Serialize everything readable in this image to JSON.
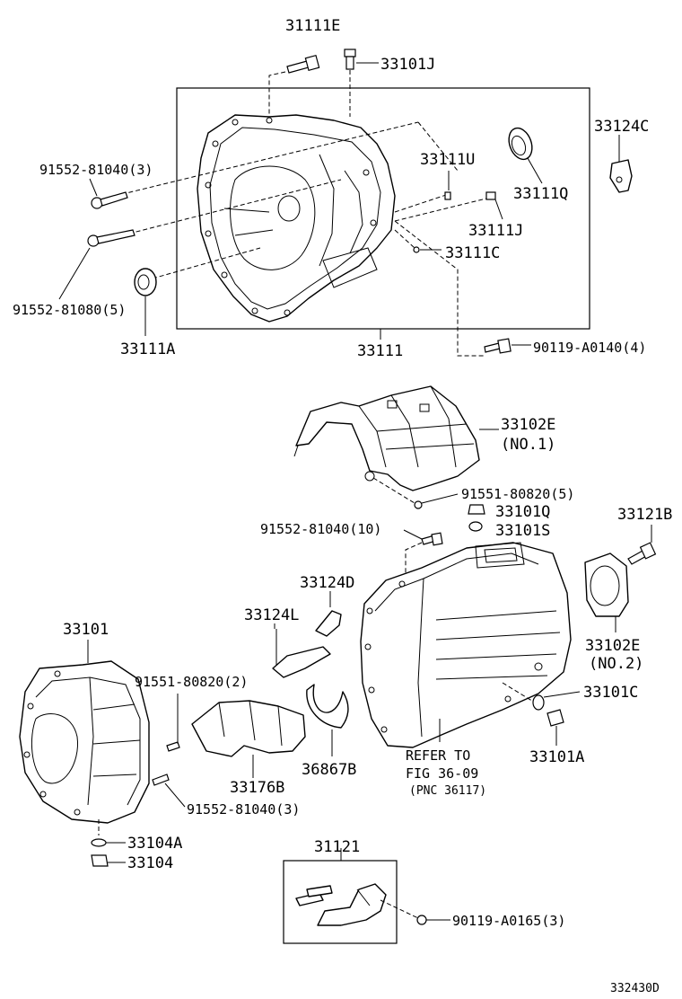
{
  "callouts": {
    "c31111E": "31111E",
    "c33101J": "33101J",
    "c33124C": "33124C",
    "c91552_81040_3a": "91552-81040(3)",
    "c33111U": "33111U",
    "c33111Q": "33111Q",
    "c33111J": "33111J",
    "c33111C": "33111C",
    "c91552_81080_5": "91552-81080(5)",
    "c33111A": "33111A",
    "c33111": "33111",
    "c90119_A0140_4": "90119-A0140(4)",
    "c33102E_1": "33102E",
    "c33102E_1_sub": "(NO.1)",
    "c91551_80820_5": "91551-80820(5)",
    "c33101Q": "33101Q",
    "c33101S": "33101S",
    "c91552_81040_10": "91552-81040(10)",
    "c33121B": "33121B",
    "c33124D": "33124D",
    "c33124L": "33124L",
    "c33101": "33101",
    "c33102E_2": "33102E",
    "c33102E_2_sub": "(NO.2)",
    "c91551_80820_2": "91551-80820(2)",
    "c33101C": "33101C",
    "c36867B": "36867B",
    "c33176B": "33176B",
    "refer_line1": "REFER TO",
    "refer_line2": "FIG 36-09",
    "refer_line3": "(PNC 36117)",
    "c33101A": "33101A",
    "c91552_81040_3b": "91552-81040(3)",
    "c33104A": "33104A",
    "c33104": "33104",
    "c31121": "31121",
    "c90119_A0165_3": "90119-A0165(3)"
  },
  "footer": {
    "diagram_code": "332430D"
  }
}
